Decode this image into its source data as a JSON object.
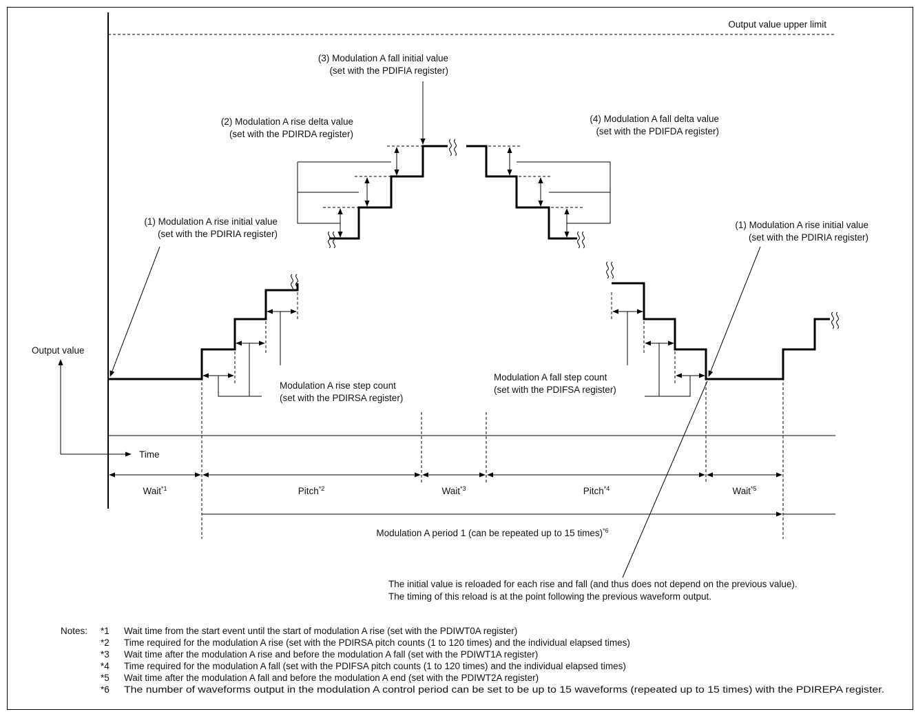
{
  "labels": {
    "upper_limit": "Output value upper limit",
    "output_value": "Output value",
    "time": "Time",
    "rise_initial_1": "(1) Modulation A rise initial value",
    "rise_initial_2": "(set with the PDIRIA register)",
    "rise_delta_1": "(2) Modulation A rise delta value",
    "rise_delta_2": "(set with the PDIRDA register)",
    "fall_initial_1": "(3) Modulation A fall initial value",
    "fall_initial_2": "(set with the PDIFIA register)",
    "fall_delta_1": "(4) Modulation A fall delta value",
    "fall_delta_2": "(set with the PDIFDA register)",
    "rise_step_1": "Modulation A rise step count",
    "rise_step_2": "(set with the PDIRSA register)",
    "fall_step_1": "Modulation A fall step count",
    "fall_step_2": "(set with the PDIFSA register)",
    "reload_1": "The initial value is reloaded for each rise and fall (and thus does not depend on the previous value).",
    "reload_2": "The timing of this reload is at the point following the previous waveform output."
  },
  "intervals": [
    {
      "label": "Wait",
      "mark": "*1"
    },
    {
      "label": "Pitch",
      "mark": "*2"
    },
    {
      "label": "Wait",
      "mark": "*3"
    },
    {
      "label": "Pitch",
      "mark": "*4"
    },
    {
      "label": "Wait",
      "mark": "*5"
    }
  ],
  "period": {
    "label": "Modulation A period 1 (can be repeated up to 15 times)",
    "mark": "*6"
  },
  "notes": {
    "heading": "Notes:",
    "items": [
      {
        "mark": "*1",
        "text": "Wait time from the start event until the start of modulation A rise (set with the PDIWT0A register)"
      },
      {
        "mark": "*2",
        "text": "Time required for the modulation A rise (set with the PDIRSA pitch counts (1 to 120 times) and the individual elapsed times)"
      },
      {
        "mark": "*3",
        "text": "Wait time after the modulation A rise and before the modulation A fall (set with the PDIWT1A register)"
      },
      {
        "mark": "*4",
        "text": "Time required for the modulation A fall (set with the PDIFSA pitch counts (1 to 120 times) and the individual elapsed times)"
      },
      {
        "mark": "*5",
        "text": "Wait time after the modulation A fall and before the modulation A end (set with the PDIWT2A register)"
      },
      {
        "mark": "*6",
        "text": "The number of waveforms output in the modulation A control period can be set to be up to 15 waveforms (repeated up to 15 times) with the PDIREPA register."
      }
    ]
  }
}
